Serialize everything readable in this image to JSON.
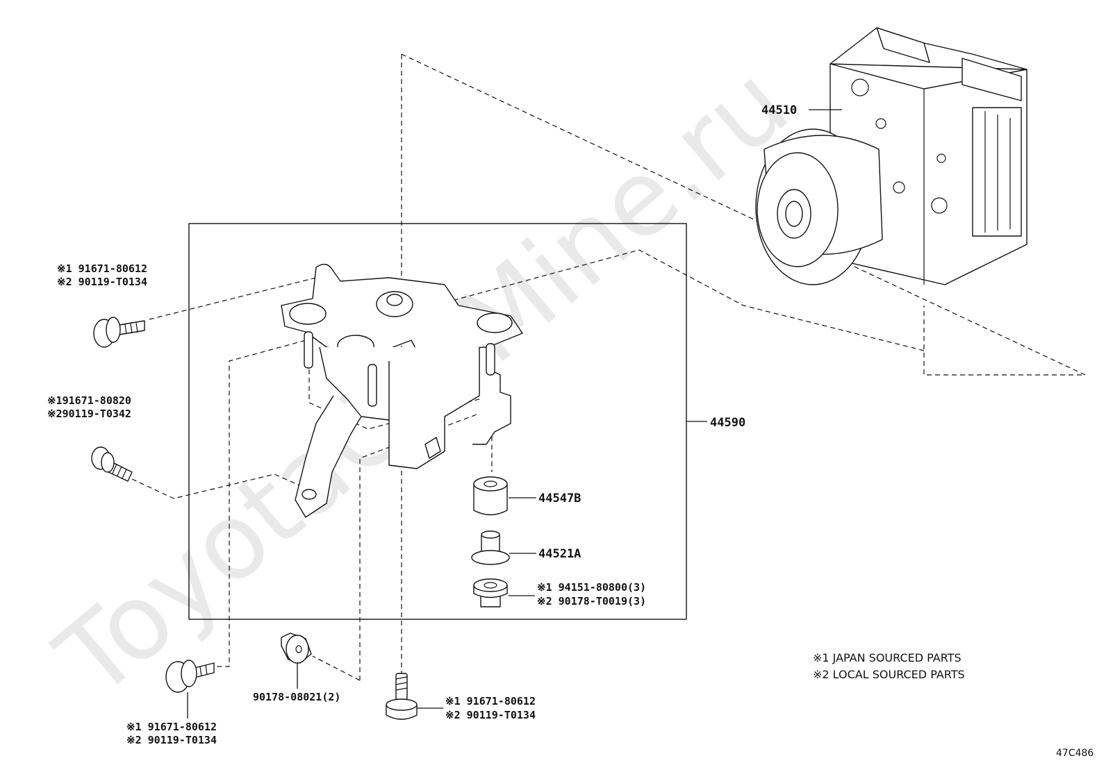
{
  "watermark": "ToyotaCarMine.ru",
  "parts": {
    "actuator": "44510",
    "bracket_assy": "44590",
    "cushion": "44547B",
    "collar": "44521A",
    "bolt_top_left": {
      "line1": "※1 91671-80612",
      "line2": "※2 90119-T0134"
    },
    "bolt_mid_left": {
      "line1": "※191671-80820",
      "line2": "※290119-T0342"
    },
    "nut": {
      "line1": "※1 94151-80800(3)",
      "line2": "※2 90178-T0019(3)"
    },
    "washer_nut": "90178-08021(2)",
    "bolt_bottom_center": {
      "line1": "※1 91671-80612",
      "line2": "※2 90119-T0134"
    },
    "bolt_bottom_left": {
      "line1": "※1 91671-80612",
      "line2": "※2 90119-T0134"
    }
  },
  "legend": {
    "line1": "※1 JAPAN SOURCED PARTS",
    "line2": "※2 LOCAL SOURCED PARTS"
  },
  "diagram_code": "47C486"
}
